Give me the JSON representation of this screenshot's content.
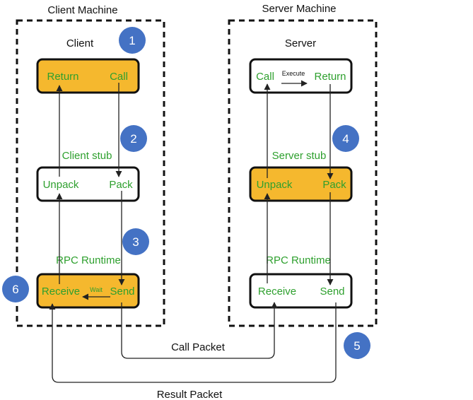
{
  "client_machine": {
    "title": "Client Machine",
    "client_label": "Client",
    "client_box": {
      "left": "Return",
      "right": "Call"
    },
    "stub_label": "Client stub",
    "stub_box": {
      "left": "Unpack",
      "right": "Pack"
    },
    "runtime_label": "RPC Runtime",
    "runtime_box": {
      "left": "Receive",
      "middle": "Wait",
      "right": "Send"
    }
  },
  "server_machine": {
    "title": "Server Machine",
    "server_label": "Server",
    "server_box": {
      "left": "Call",
      "middle": "Execute",
      "right": "Return"
    },
    "stub_label": "Server stub",
    "stub_box": {
      "left": "Unpack",
      "right": "Pack"
    },
    "runtime_label": "RPC Runtime",
    "runtime_box": {
      "left": "Receive",
      "right": "Send"
    }
  },
  "packets": {
    "call": "Call Packet",
    "result": "Result Packet"
  },
  "steps": [
    "1",
    "2",
    "3",
    "4",
    "5",
    "6"
  ],
  "colors": {
    "highlight_fill": "#f5b82e",
    "label_green": "#2ea02e",
    "badge_blue": "#4472c4",
    "frame": "#111111"
  }
}
